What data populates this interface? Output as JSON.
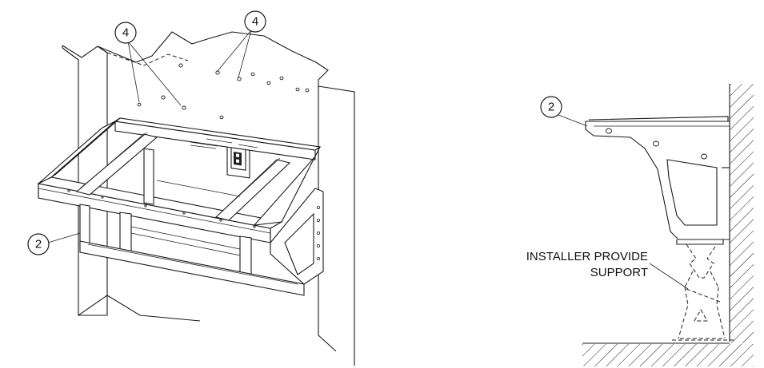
{
  "left_view": {
    "callouts": [
      {
        "label": "4",
        "part": "anchor-holes"
      },
      {
        "label": "4",
        "part": "anchor-holes"
      },
      {
        "label": "2",
        "part": "wall-bracket"
      }
    ]
  },
  "right_view": {
    "callouts": [
      {
        "label": "2",
        "part": "wall-bracket"
      }
    ],
    "note_line1": "INSTALLER PROVIDE",
    "note_line2": "SUPPORT"
  }
}
